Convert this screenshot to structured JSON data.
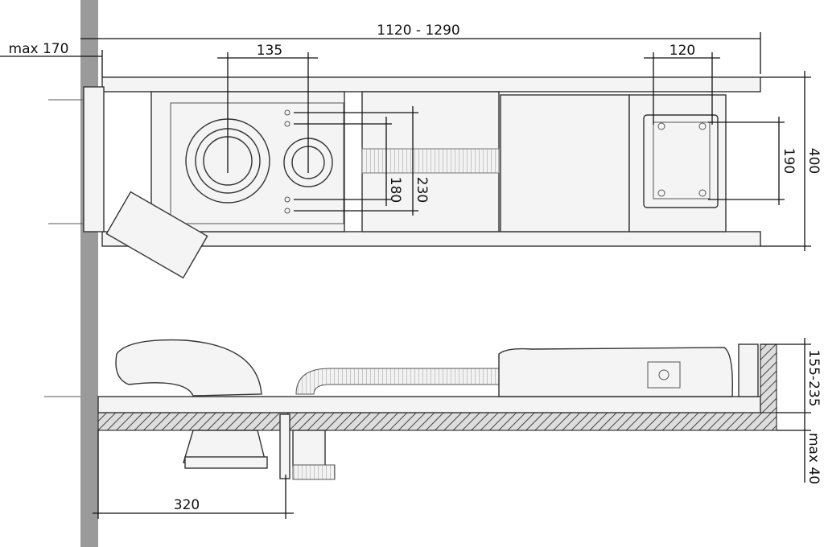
{
  "diagram": {
    "title": "Wall-hung WC frame installation dimensions",
    "dimensions": {
      "total_width": "1120 - 1290",
      "wall_offset": "max 170",
      "outlet_spacing": "135",
      "plate_width": "120",
      "frame_depth": "400",
      "plate_height": "190",
      "outlet_230": "230",
      "outlet_180": "180",
      "floor_height": "155-235",
      "floor_finish": "max 40",
      "drain_distance": "320"
    },
    "colors": {
      "wall": "#9a9a9a",
      "line": "#111111",
      "hatch": "#555555"
    }
  }
}
